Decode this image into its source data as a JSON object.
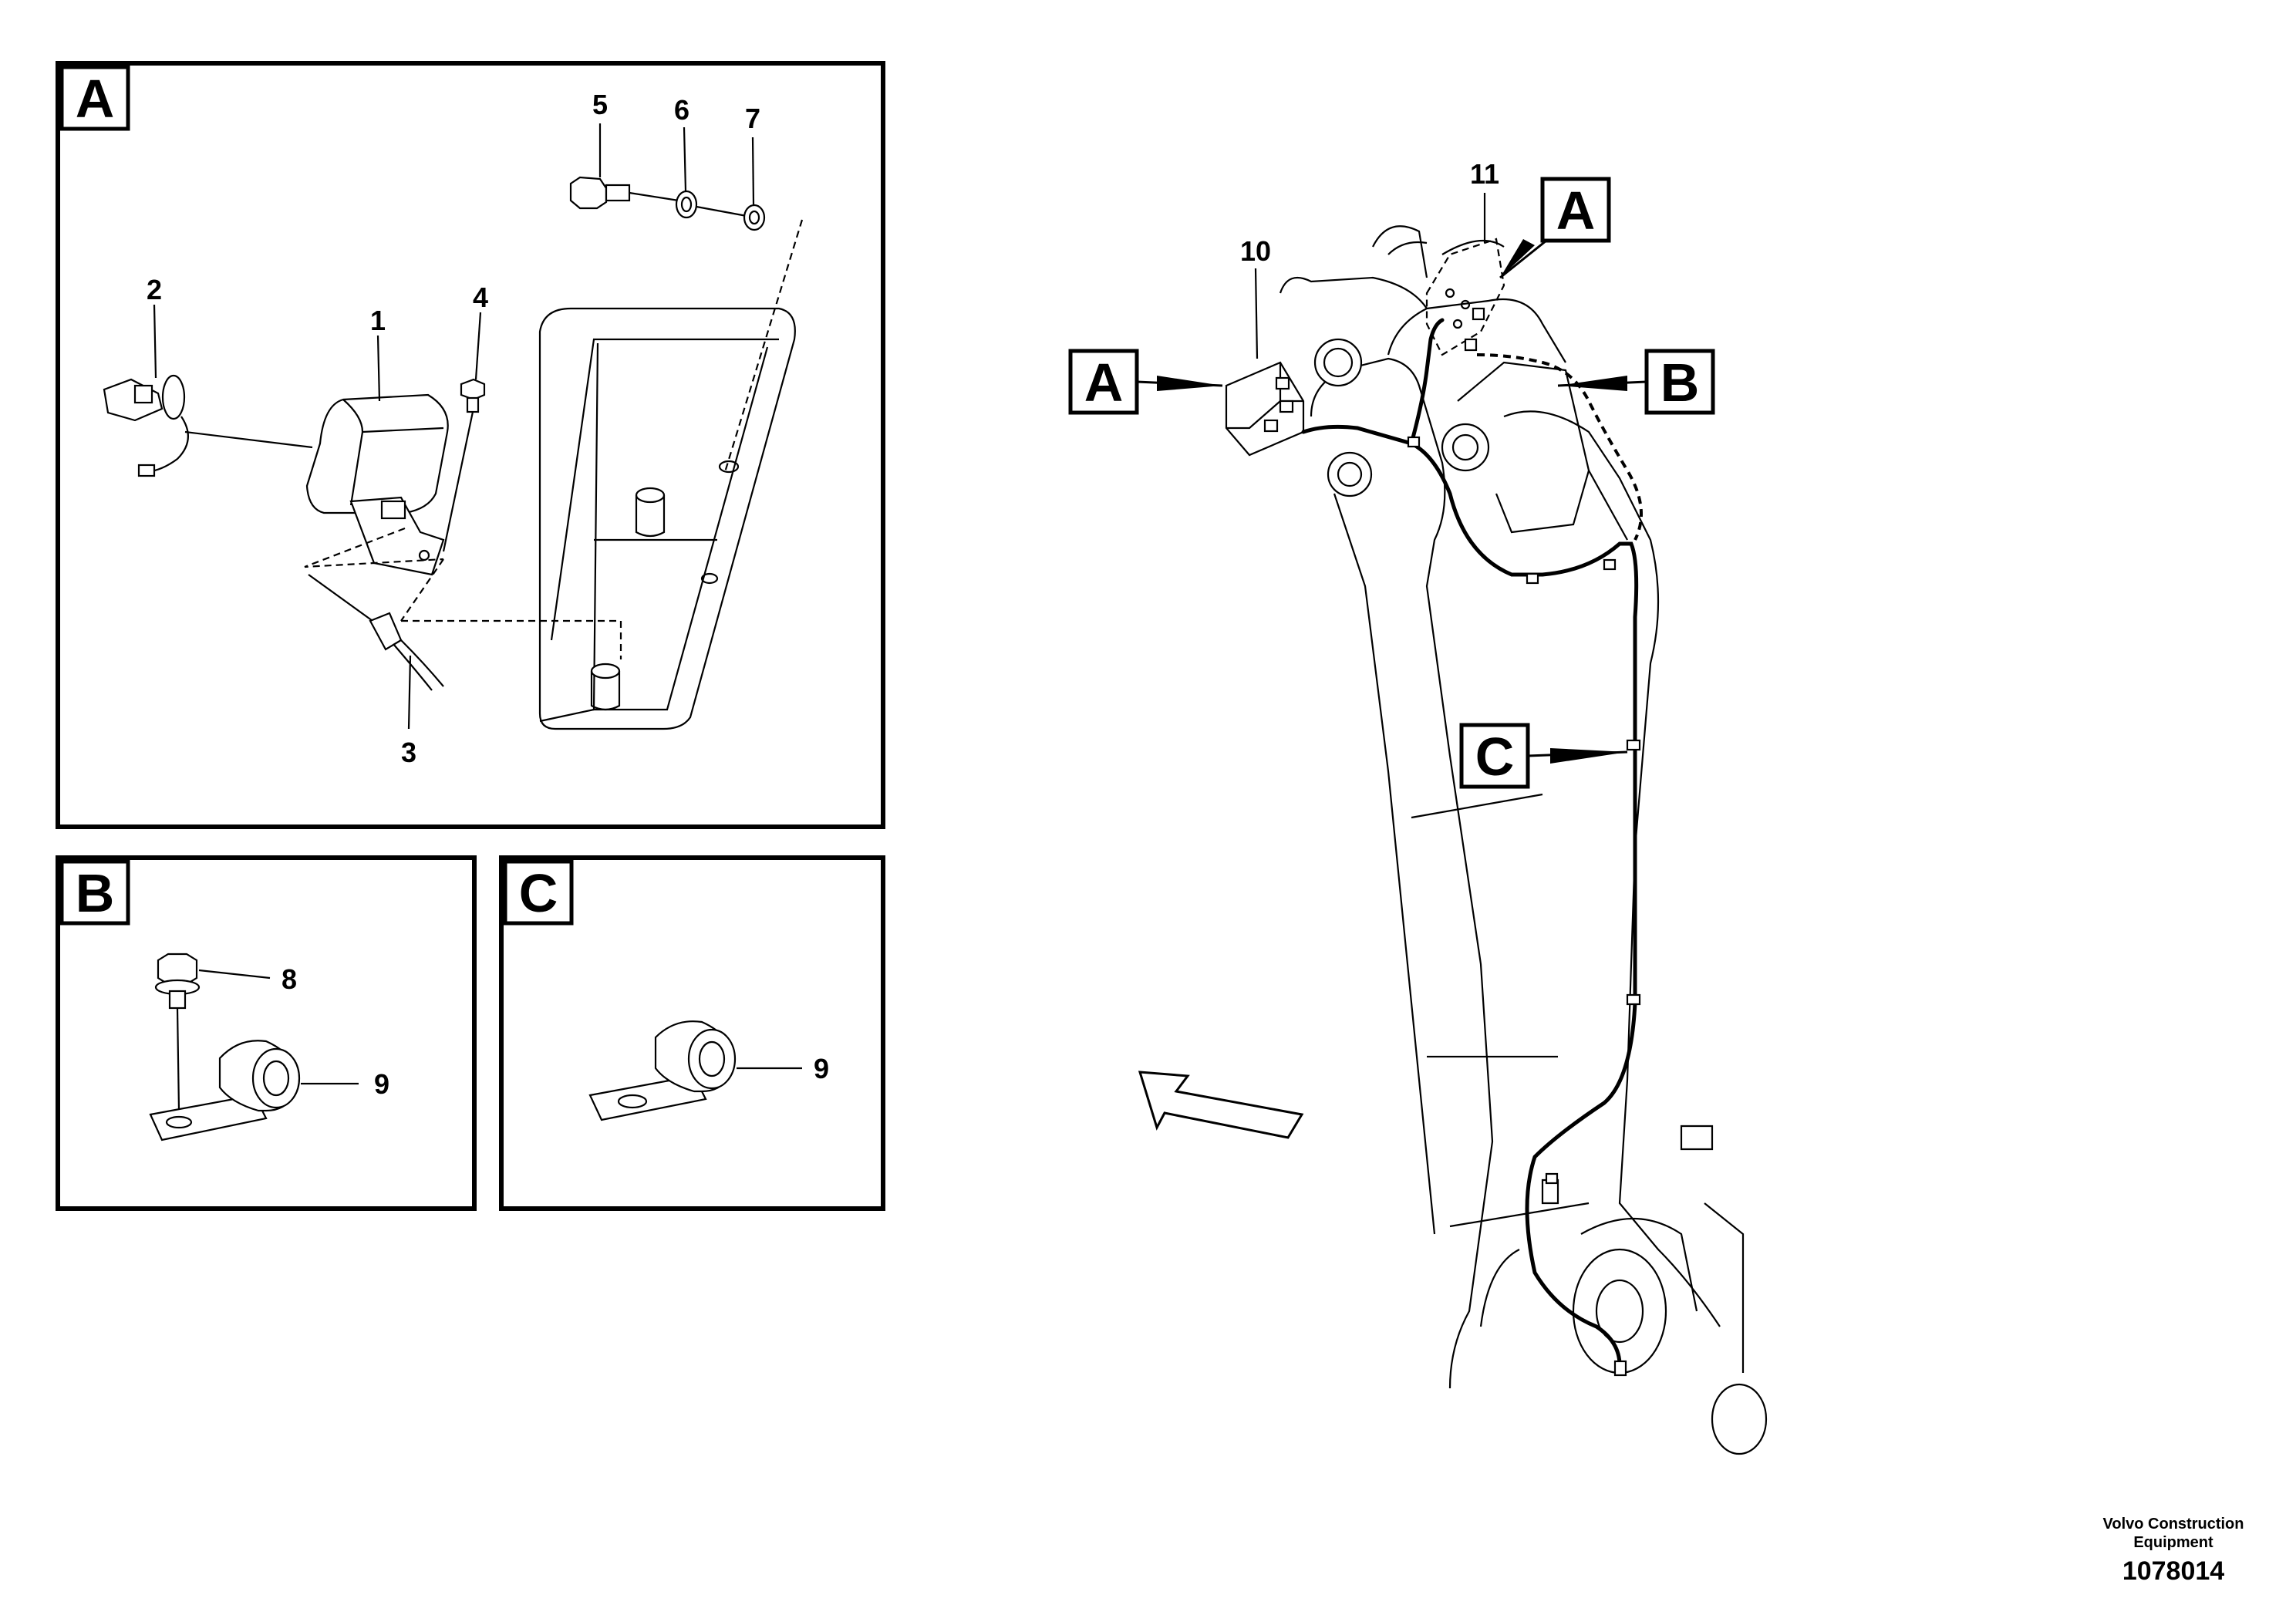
{
  "detail_views": {
    "A": {
      "label": "A",
      "callouts": [
        "1",
        "2",
        "3",
        "4",
        "5",
        "6",
        "7"
      ]
    },
    "B": {
      "label": "B",
      "callouts": [
        "8",
        "9"
      ]
    },
    "C": {
      "label": "C",
      "callouts": [
        "9"
      ]
    }
  },
  "main_view": {
    "callouts": [
      "10",
      "11"
    ],
    "view_markers": [
      "A",
      "A",
      "B",
      "C"
    ]
  },
  "footer": {
    "company_line1": "Volvo Construction",
    "company_line2": "Equipment",
    "figure_number": "1078014"
  }
}
